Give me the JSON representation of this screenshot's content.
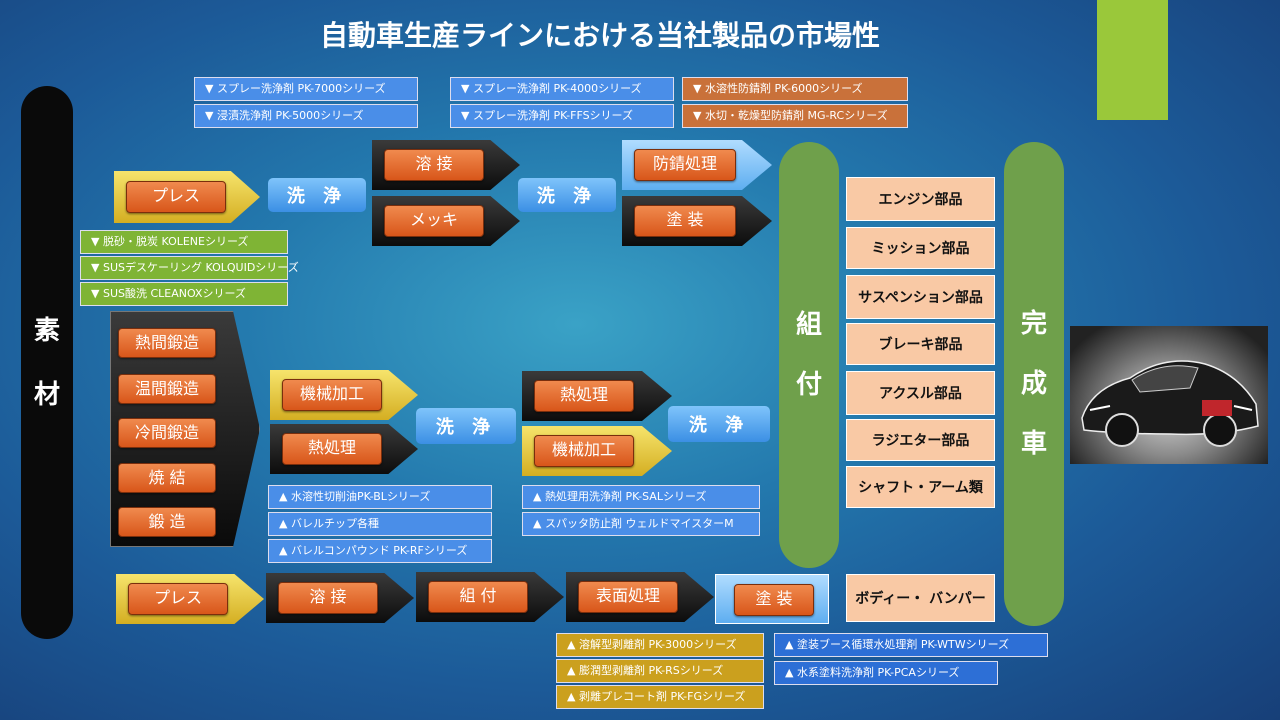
{
  "title": "自動車生産ラインにおける当社製品の市場性",
  "left_pill": [
    "素",
    "材"
  ],
  "assembly_pill": [
    "組",
    "付"
  ],
  "complete_pill": [
    "完",
    "成",
    "車"
  ],
  "top_annotations_a": [
    "▼ スプレー洗浄剤 PK-7000シリーズ",
    "▼ 浸漬洗浄剤 PK-5000シリーズ"
  ],
  "top_annotations_b": [
    "▼ スプレー洗浄剤 PK-4000シリーズ",
    "▼ スプレー洗浄剤 PK-FFSシリーズ"
  ],
  "top_annotations_c": [
    "▼ 水溶性防錆剤 PK-6000シリーズ",
    "▼ 水切・乾燥型防錆剤 MG-RCシリーズ"
  ],
  "green_annotations": [
    "▼ 脱砂・脱炭 KOLENEシリーズ",
    "▼ SUSデスケーリング KOLQUIDシリーズ",
    "▼ SUS酸洗 CLEANOXシリーズ"
  ],
  "row1": {
    "press": "プレス",
    "wash1": "洗 浄",
    "weld": "溶 接",
    "plating": "メッキ",
    "wash2": "洗 浄",
    "rust": "防錆処理",
    "paint": "塗 装"
  },
  "forging": [
    "熱間鍛造",
    "温間鍛造",
    "冷間鍛造",
    "焼 結",
    "鍛 造"
  ],
  "row2": {
    "machining1": "機械加工",
    "heat1": "熱処理",
    "wash1": "洗 浄",
    "heat2": "熱処理",
    "machining2": "機械加工",
    "wash2": "洗 浄"
  },
  "mid_annotations_a": [
    "▲ 水溶性切削油PK-BLシリーズ",
    "▲ バレルチップ各種",
    "▲ バレルコンパウンド PK-RFシリーズ"
  ],
  "mid_annotations_b": [
    "▲ 熱処理用洗浄剤 PK-SALシリーズ",
    "▲ スパッタ防止剤 ウェルドマイスターM"
  ],
  "row3": {
    "press": "プレス",
    "weld": "溶 接",
    "assemble": "組 付",
    "surface": "表面処理",
    "paint": "塗 装"
  },
  "bottom_annotations_a": [
    "▲ 溶解型剥離剤 PK-3000シリーズ",
    "▲ 膨潤型剥離剤 PK-RSシリーズ",
    "▲ 剥離プレコート剤 PK-FGシリーズ"
  ],
  "bottom_annotations_b": [
    "▲ 塗装ブース循環水処理剤 PK-WTWシリーズ",
    "▲ 水系塗料洗浄剤 PK-PCAシリーズ"
  ],
  "parts": [
    "エンジン部品",
    "ミッション部品",
    "サスペンション部品",
    "ブレーキ部品",
    "アクスル部品",
    "ラジエター部品",
    "シャフト・アーム類"
  ],
  "body_part": "ボディー・ バンパー"
}
